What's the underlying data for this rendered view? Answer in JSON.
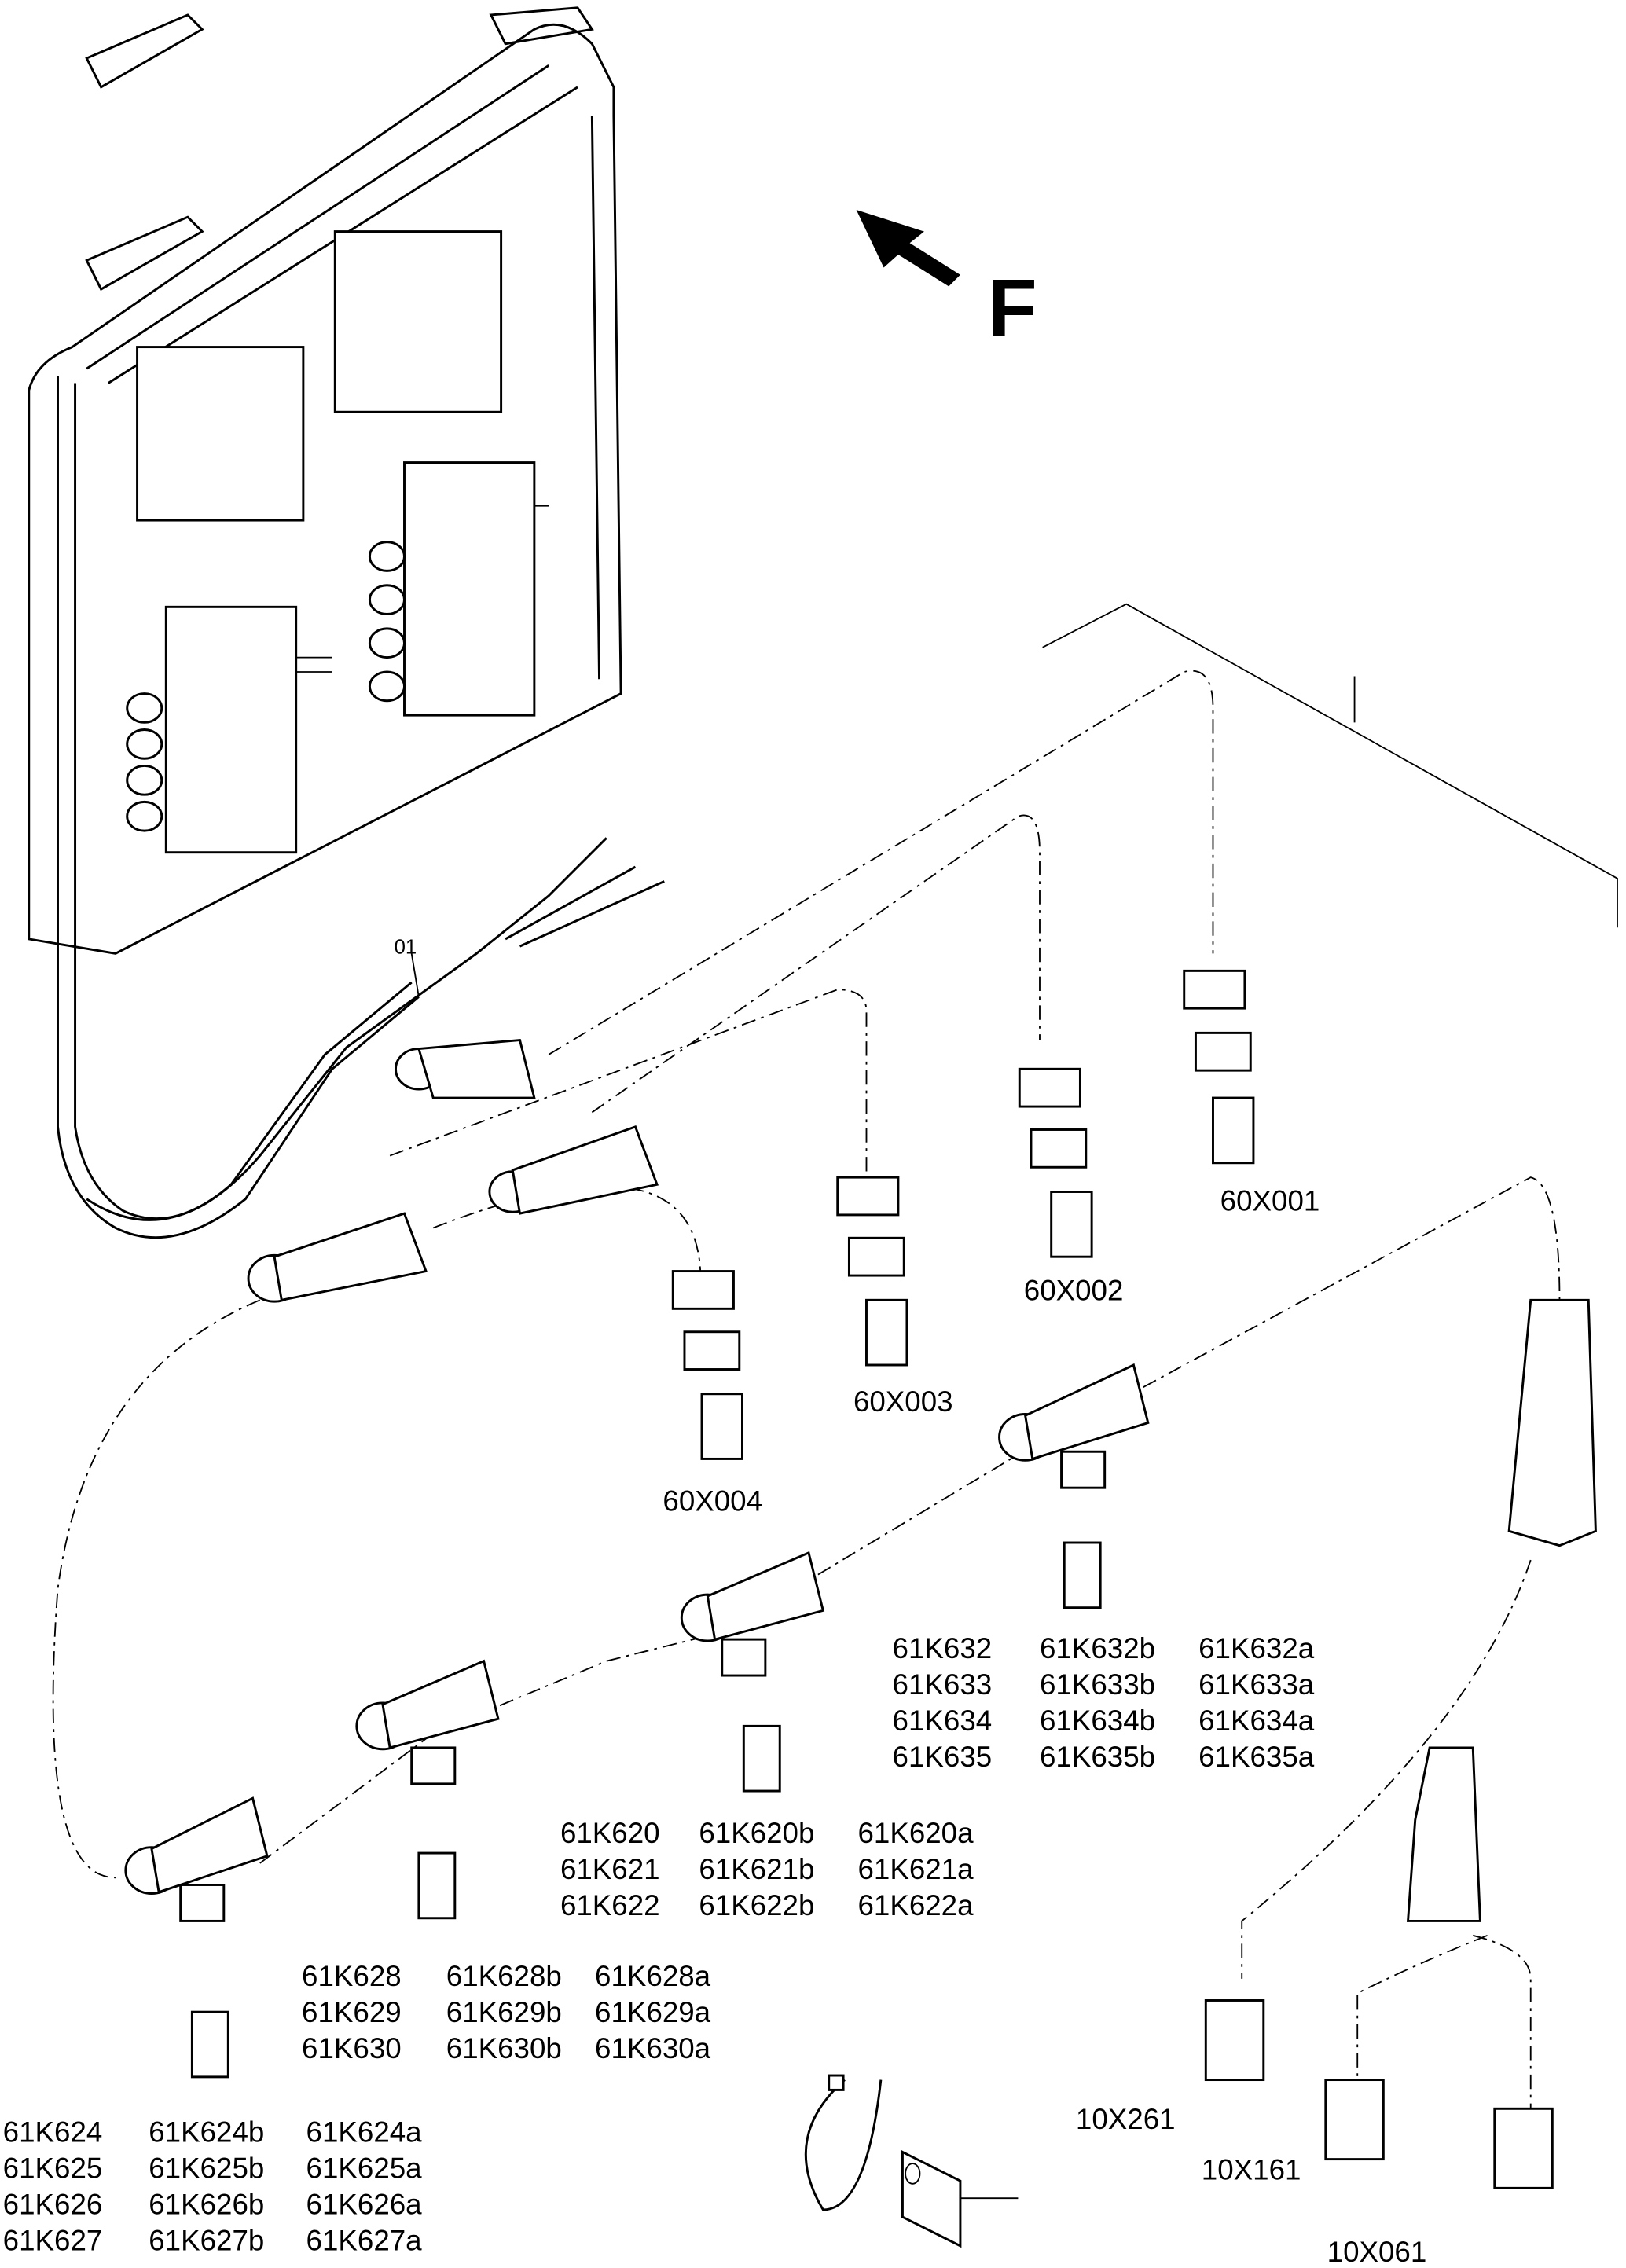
{
  "direction_mark": "F",
  "item_label": "01",
  "connectors": {
    "c1": "60X001",
    "c2": "60X002",
    "c3": "60X003",
    "c4": "60X004",
    "r1": "10X261",
    "r2": "10X161",
    "r3": "10X061"
  },
  "groups": {
    "g632": [
      [
        "61K632",
        "61K632b",
        "61K632a"
      ],
      [
        "61K633",
        "61K633b",
        "61K633a"
      ],
      [
        "61K634",
        "61K634b",
        "61K634a"
      ],
      [
        "61K635",
        "61K635b",
        "61K635a"
      ]
    ],
    "g620": [
      [
        "61K620",
        "61K620b",
        "61K620a"
      ],
      [
        "61K621",
        "61K621b",
        "61K621a"
      ],
      [
        "61K622",
        "61K622b",
        "61K622a"
      ]
    ],
    "g628": [
      [
        "61K628",
        "61K628b",
        "61K628a"
      ],
      [
        "61K629",
        "61K629b",
        "61K629a"
      ],
      [
        "61K630",
        "61K630b",
        "61K630a"
      ]
    ],
    "g624": [
      [
        "61K624",
        "61K624b",
        "61K624a"
      ],
      [
        "61K625",
        "61K625b",
        "61K625a"
      ],
      [
        "61K626",
        "61K626b",
        "61K626a"
      ],
      [
        "61K627",
        "61K627b",
        "61K627a"
      ]
    ]
  }
}
